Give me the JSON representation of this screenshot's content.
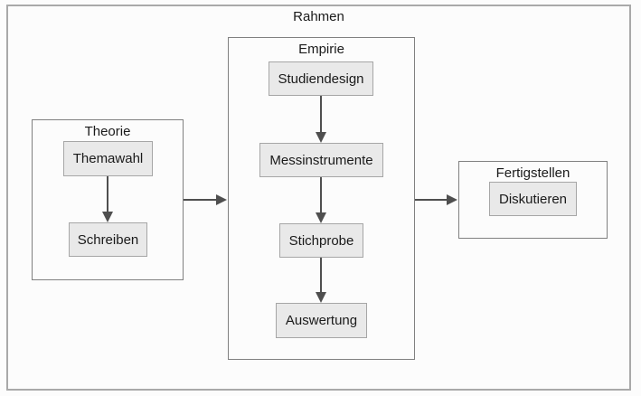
{
  "diagram": {
    "frame_title": "Rahmen",
    "groups": [
      {
        "label": "Theorie",
        "nodes": [
          "Themawahl",
          "Schreiben"
        ]
      },
      {
        "label": "Empirie",
        "nodes": [
          "Studiendesign",
          "Messinstrumente",
          "Stichprobe",
          "Auswertung"
        ]
      },
      {
        "label": "Fertigstellen",
        "nodes": [
          "Diskutieren"
        ]
      }
    ],
    "edges": [
      {
        "from": "Themawahl",
        "to": "Schreiben"
      },
      {
        "from": "Studiendesign",
        "to": "Messinstrumente"
      },
      {
        "from": "Messinstrumente",
        "to": "Stichprobe"
      },
      {
        "from": "Stichprobe",
        "to": "Auswertung"
      },
      {
        "from": "Theorie",
        "to": "Empirie"
      },
      {
        "from": "Empirie",
        "to": "Fertigstellen"
      }
    ],
    "colors": {
      "background": "#fcfcfc",
      "frame_border": "#a9a9a9",
      "group_border": "#808080",
      "node_fill": "#e9e9e9",
      "node_border": "#a6a6a6",
      "arrow": "#4f4f4f",
      "text": "#1a1a1a"
    }
  }
}
